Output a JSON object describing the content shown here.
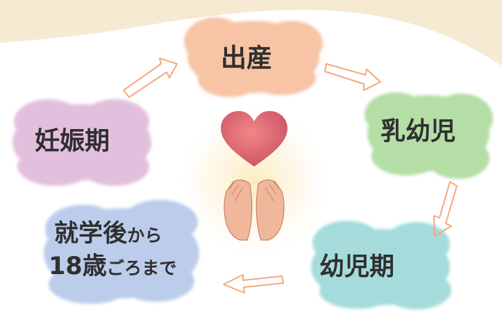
{
  "stages": {
    "birth": {
      "label": "出産",
      "color": "#f5b48c"
    },
    "infancy": {
      "label": "乳幼児",
      "color": "#9fd58c"
    },
    "early_childhood": {
      "label": "幼児期",
      "color": "#8fd3d3"
    },
    "school_age": {
      "line1_big": "就学後",
      "line1_small": "から",
      "line2_big": "18歳",
      "line2_small": "ごろまで",
      "color": "#a9bfe6"
    },
    "pregnancy": {
      "label": "妊娠期",
      "color": "#dcaed6"
    }
  },
  "center": {
    "heart_icon": "heart-icon",
    "hands_icon": "open-hands-icon"
  },
  "colors": {
    "arrow": "#f2a87e",
    "background_swoosh": "#f7ead2",
    "text": "#2f2f2f",
    "glow": "#f8e6b0"
  }
}
